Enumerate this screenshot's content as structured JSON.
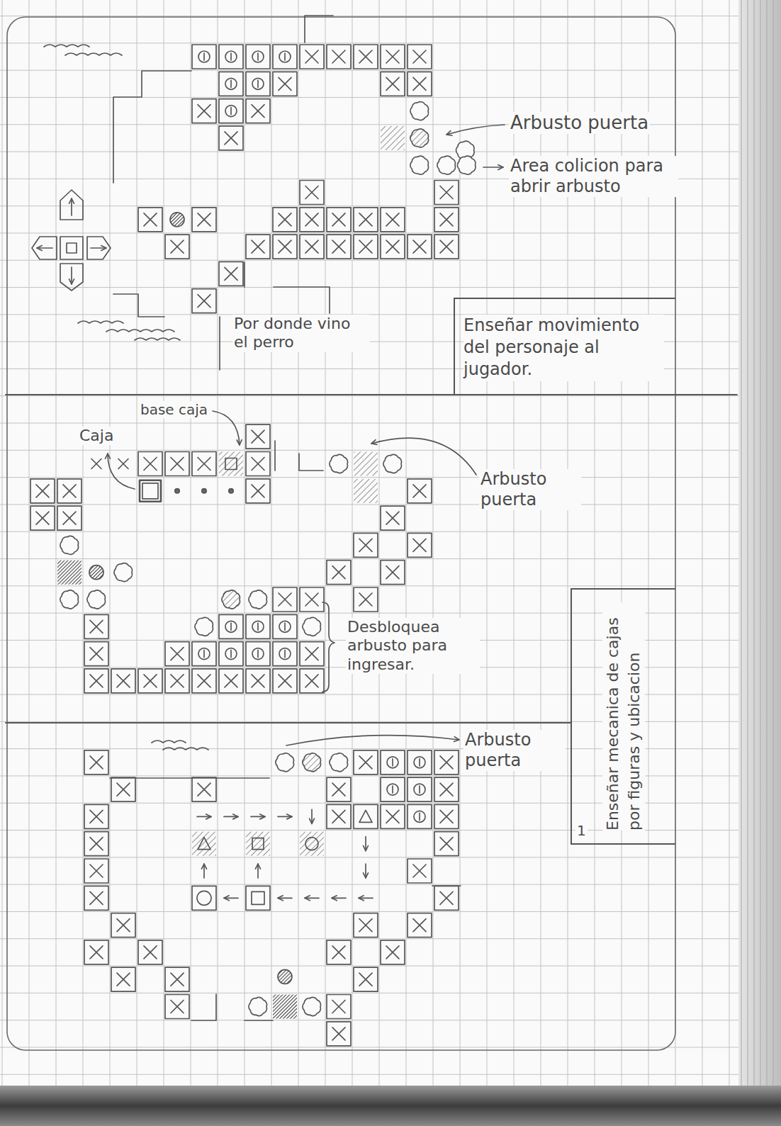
{
  "diagram": {
    "nodes": [
      {
        "text": [
          "Enseñar movimiento del personaje al jugador."
        ]
      },
      {
        "text": [
          "Enseñar mecanica de cajas por figuras y ubicacion"
        ]
      }
    ],
    "labels": [
      "Arbusto puerta",
      "Area colicion para abrir arbusto",
      "Por donde vino el perro",
      "base caja",
      "Caja",
      "Arbusto puerta",
      "Desbloquea arbusto para ingresar.",
      "Arbusto puerta",
      "1"
    ]
  }
}
